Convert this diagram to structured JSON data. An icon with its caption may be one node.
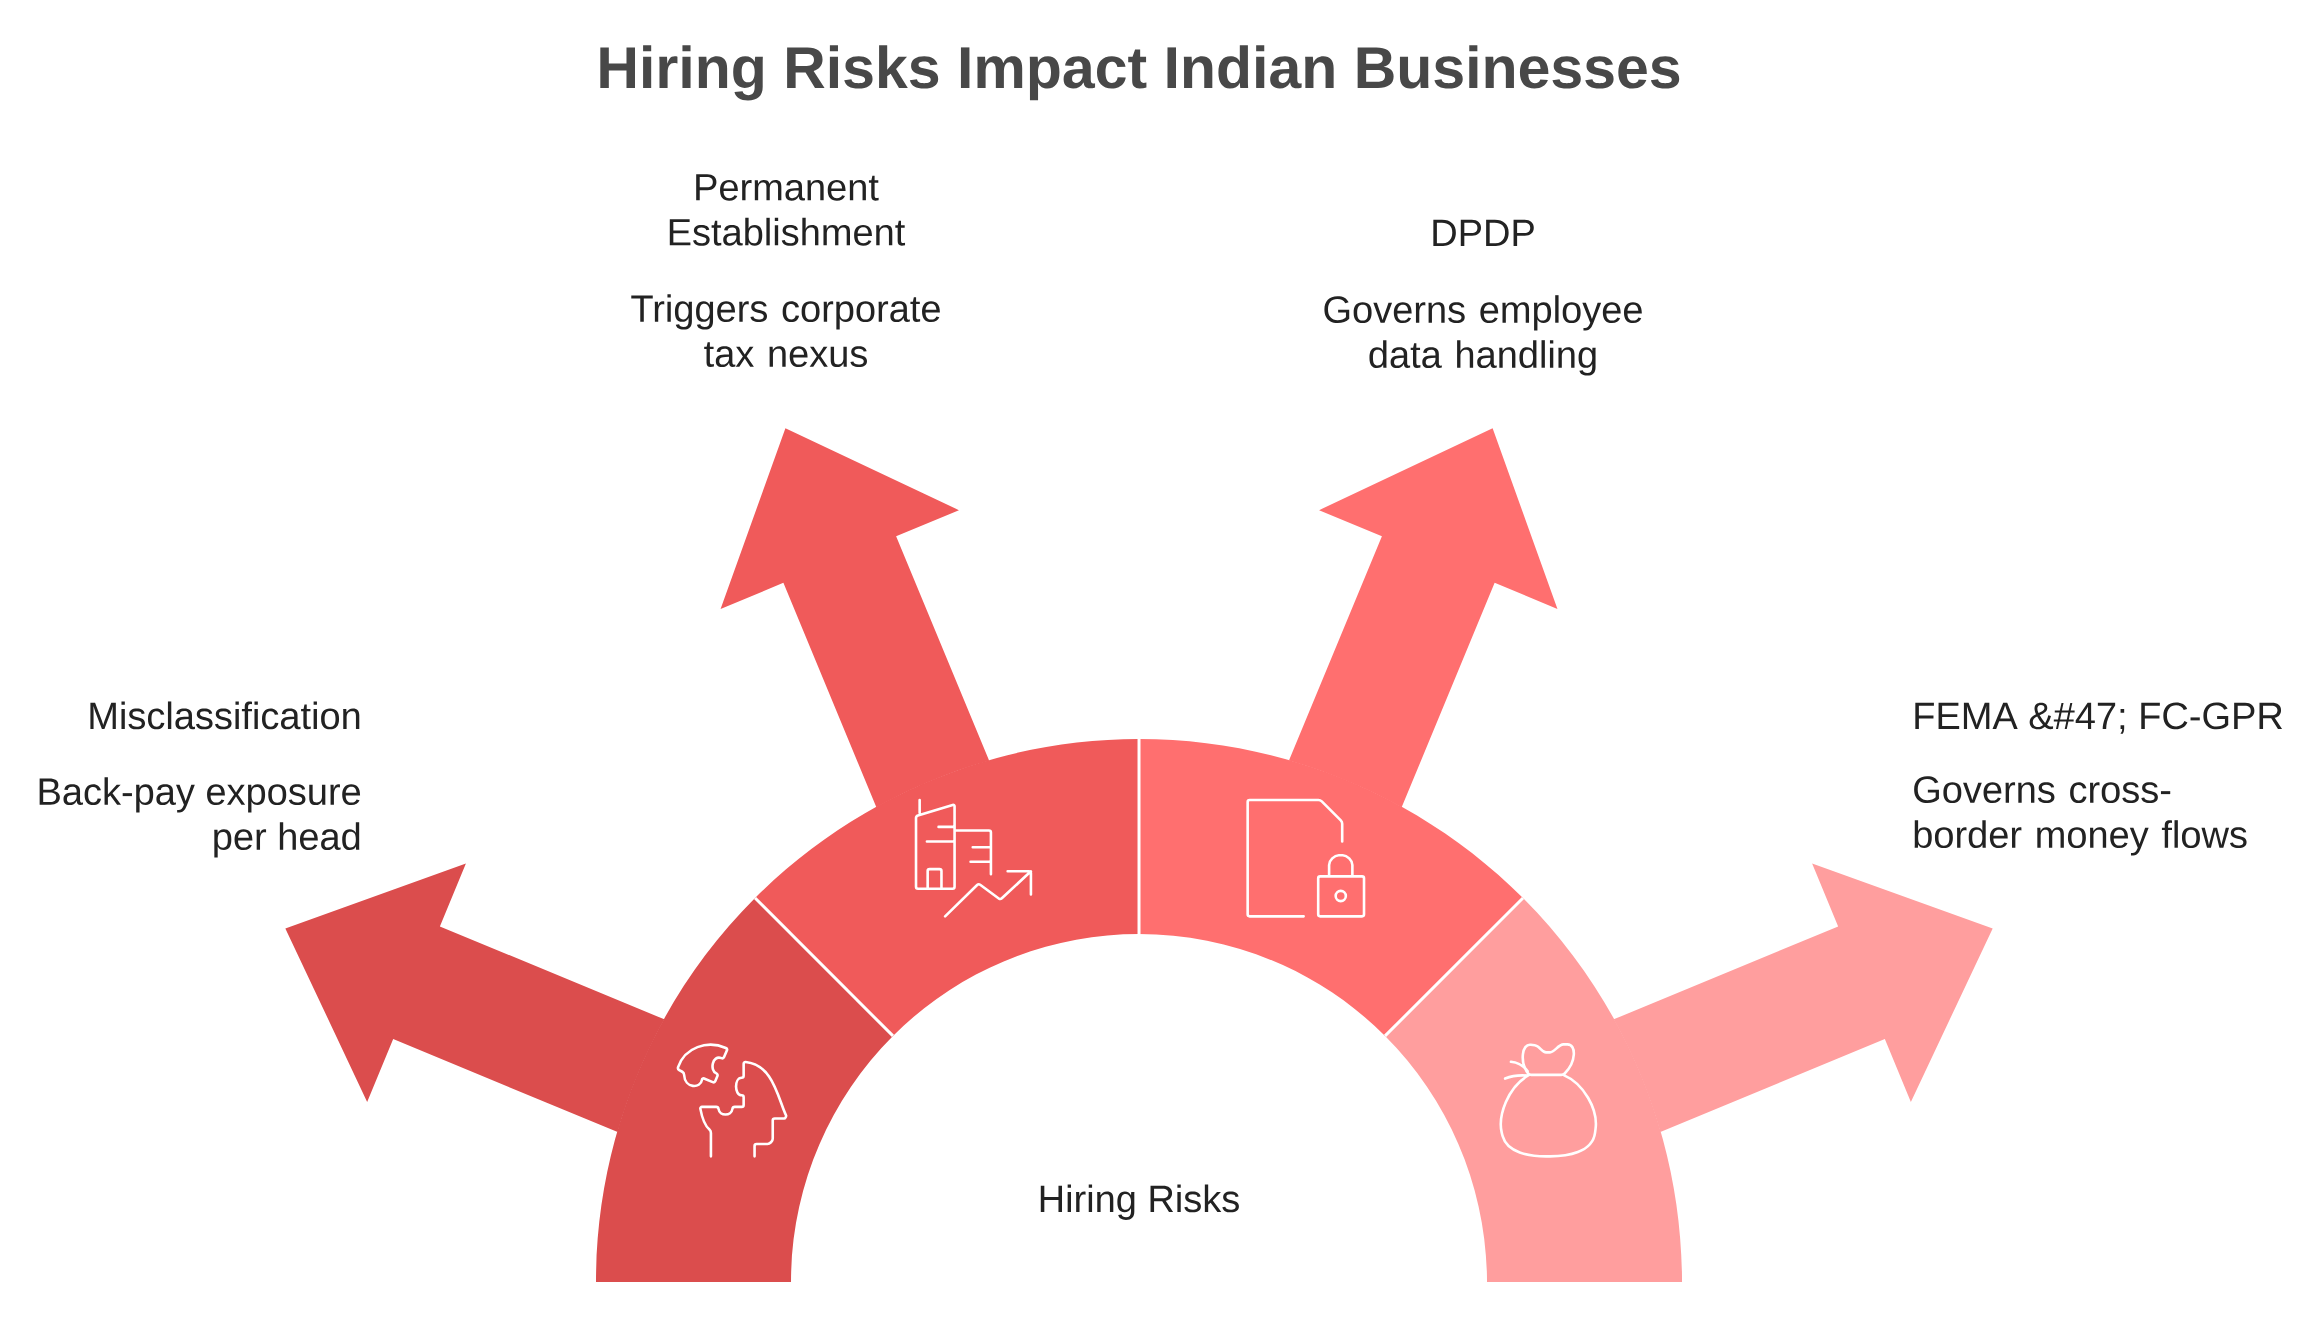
{
  "diagram": {
    "title": "Hiring Risks Impact Indian Businesses",
    "nodes": [
      {
        "text": [
          "Hiring Risks"
        ]
      },
      {
        "text": [
          "Misclassification",
          "Back-pay exposure per head"
        ]
      },
      {
        "text": [
          "Permanent Establishment",
          "Triggers corporate tax nexus"
        ]
      },
      {
        "text": [
          "DPDP",
          "Governs employee data handling"
        ]
      },
      {
        "text": [
          "FEMA &#47; FC-GPR",
          "Governs cross-border money flows"
        ]
      }
    ],
    "edges": [
      {
        "from": 0,
        "to": 1,
        "arrow": "to",
        "color": "#db4d4d"
      },
      {
        "from": 0,
        "to": 2,
        "arrow": "to",
        "color": "#f05a5a"
      },
      {
        "from": 0,
        "to": 3,
        "arrow": "to",
        "color": "#ff6f6f"
      },
      {
        "from": 0,
        "to": 4,
        "arrow": "to",
        "color": "#ff9e9e"
      }
    ]
  }
}
